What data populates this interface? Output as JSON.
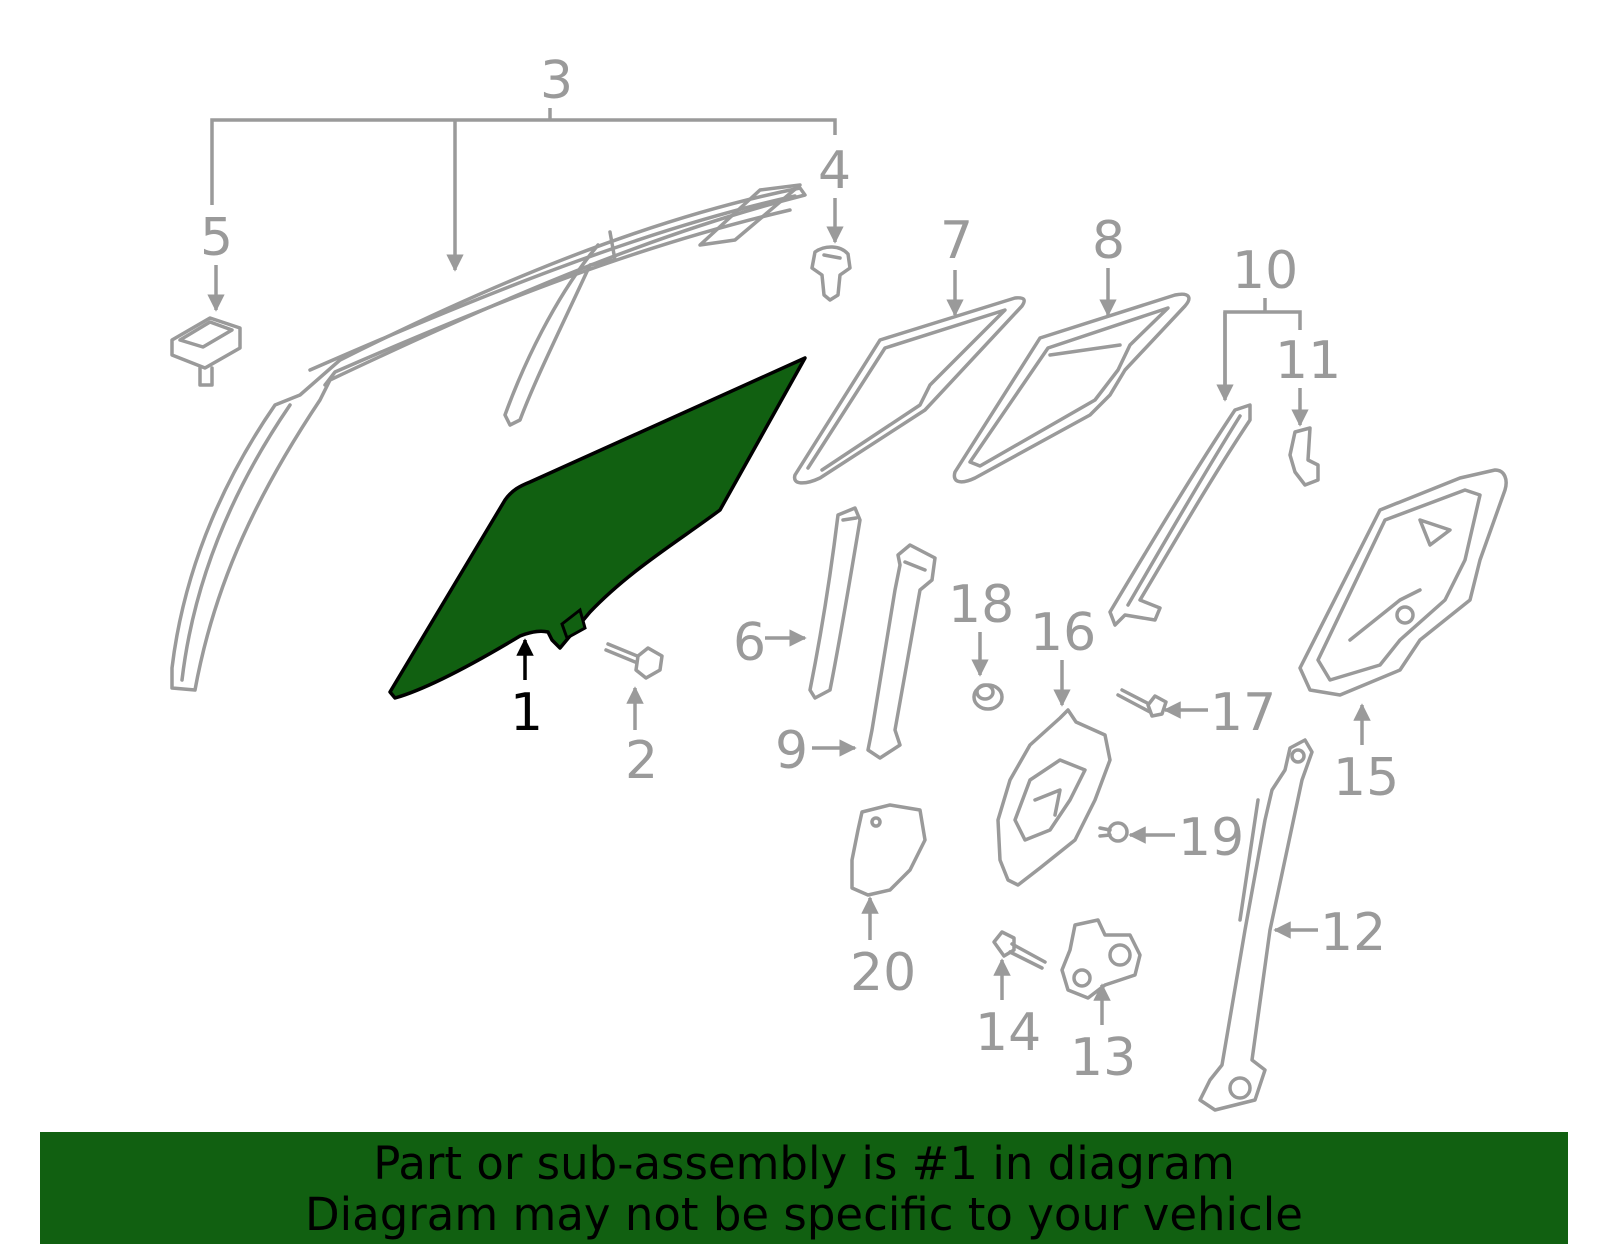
{
  "diagram": {
    "highlight_color": "#116011",
    "line_color": "#9a9a9a",
    "highlighted_part": "1",
    "callouts": [
      "1",
      "2",
      "3",
      "4",
      "5",
      "6",
      "7",
      "8",
      "9",
      "10",
      "11",
      "12",
      "13",
      "14",
      "15",
      "16",
      "17",
      "18",
      "19",
      "20"
    ]
  },
  "banner": {
    "line1": "Part or sub-assembly is #1 in diagram",
    "line2": "Diagram may not be specific to your vehicle",
    "background": "#116011"
  }
}
